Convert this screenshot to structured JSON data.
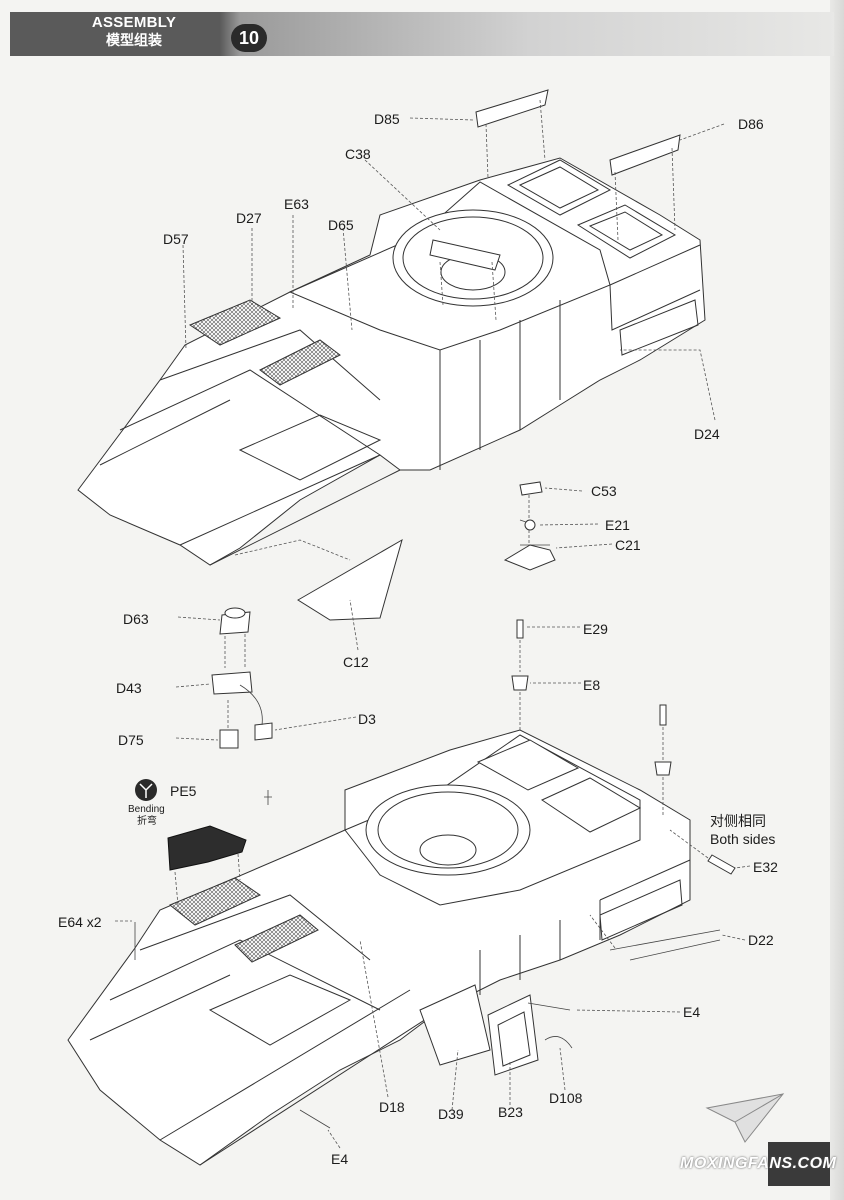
{
  "header": {
    "title_en": "ASSEMBLY",
    "title_cn": "模型组装",
    "step": "10"
  },
  "parts_top": {
    "d85": "D85",
    "d86": "D86",
    "c38": "C38",
    "d27": "D27",
    "e63": "E63",
    "d65": "D65",
    "d57": "D57",
    "d24": "D24",
    "c53": "C53",
    "e21": "E21",
    "c21": "C21",
    "c12": "C12"
  },
  "parts_middle": {
    "d63": "D63",
    "d43": "D43",
    "d3": "D3",
    "d75": "D75",
    "e29": "E29",
    "e8": "E8"
  },
  "parts_bottom": {
    "pe5": "PE5",
    "bending_en": "Bending",
    "bending_cn": "折弯",
    "both_sides_cn": "对侧相同",
    "both_sides_en": "Both sides",
    "e32": "E32",
    "e64": "E64 x2",
    "d22": "D22",
    "e4a": "E4",
    "d108": "D108",
    "d18": "D18",
    "d39": "D39",
    "b23": "B23",
    "e4b": "E4"
  },
  "watermark": "MOXINGFANS.COM"
}
